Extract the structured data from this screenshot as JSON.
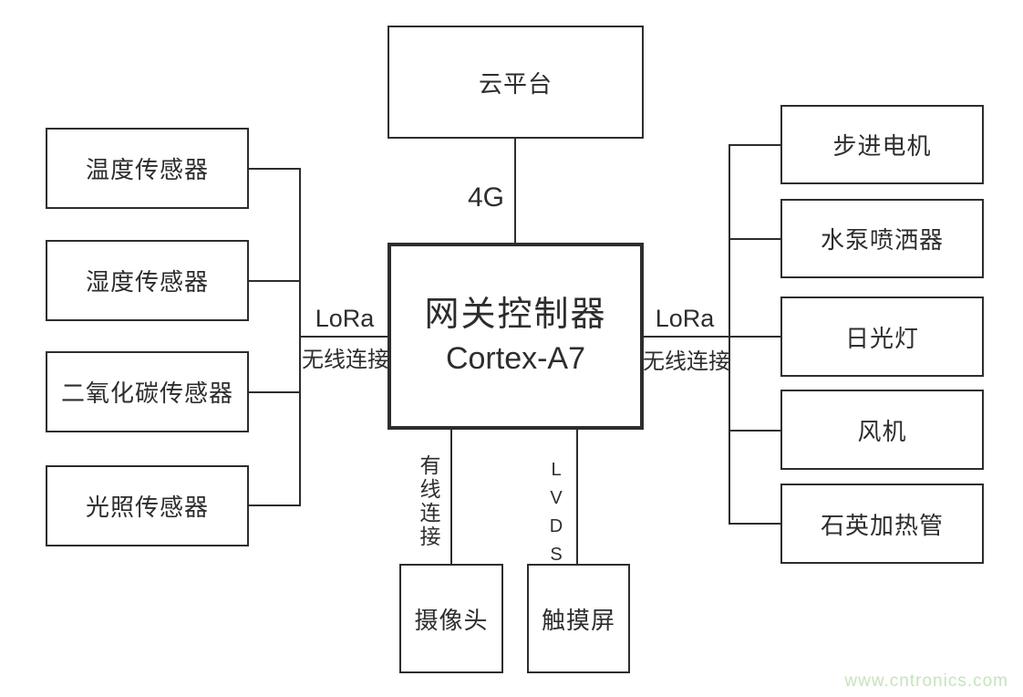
{
  "diagram": {
    "cloud": {
      "label": "云平台"
    },
    "gateway": {
      "title": "网关控制器",
      "subtitle": "Cortex-A7"
    },
    "links": {
      "cloud_link": "4G",
      "left_link": {
        "protocol": "LoRa",
        "type": "无线连接"
      },
      "right_link": {
        "protocol": "LoRa",
        "type": "无线连接"
      },
      "camera_link": "有线连接",
      "display_link": "LVDS"
    },
    "left_nodes": [
      {
        "label": "温度传感器"
      },
      {
        "label": "湿度传感器"
      },
      {
        "label": "二氧化碳传感器"
      },
      {
        "label": "光照传感器"
      }
    ],
    "right_nodes": [
      {
        "label": "步进电机"
      },
      {
        "label": "水泵喷洒器"
      },
      {
        "label": "日光灯"
      },
      {
        "label": "风机"
      },
      {
        "label": "石英加热管"
      }
    ],
    "bottom_nodes": [
      {
        "label": "摄像头"
      },
      {
        "label": "触摸屏"
      }
    ],
    "watermark": "www.cntronics.com"
  },
  "colors": {
    "line": "#2d2d2d",
    "text": "#2d2d2d",
    "watermark_green": "#c6e3bd",
    "background": "#ffffff"
  }
}
